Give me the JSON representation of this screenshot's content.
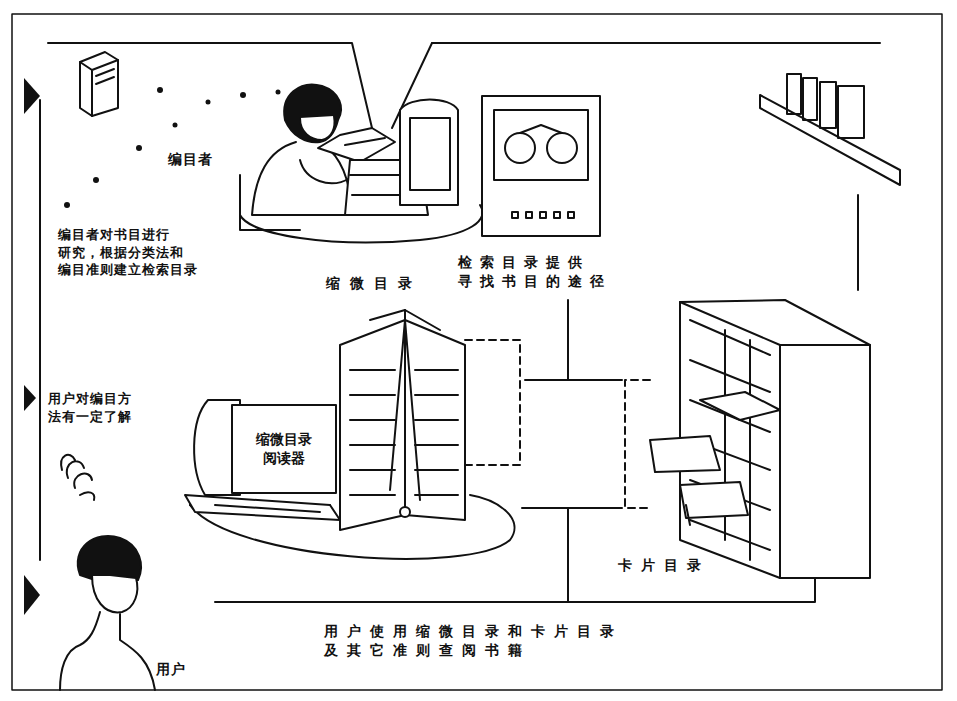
{
  "diagram": {
    "nodes": [
      {
        "text": [
          "缩微目录 阅读器"
        ]
      }
    ],
    "labels": [
      "编目者",
      "编目者对书目进行 研究，根据分类法和 编目准则建立检索目录",
      "缩微目录",
      "检索目录提供 寻找书目的途径",
      "用户对编目方 法有一定了解",
      "卡片目录",
      "用户使用缩微目录和卡片目录 及其它准则查阅书籍",
      "用户"
    ]
  }
}
